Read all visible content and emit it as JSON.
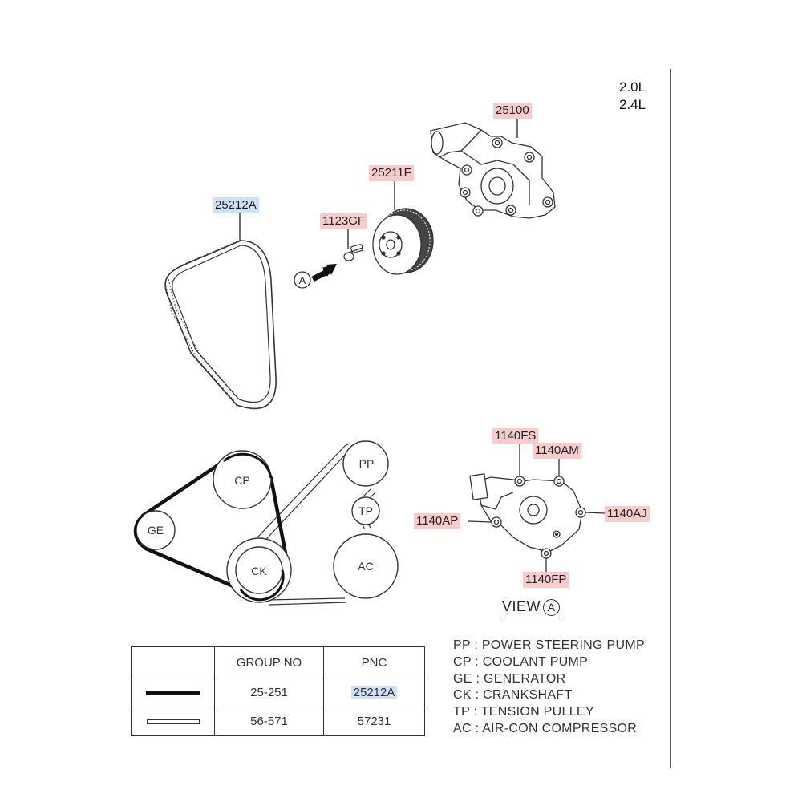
{
  "engine_labels": [
    "2.0L",
    "2.4L"
  ],
  "callouts": {
    "c25100": "25100",
    "c25211F": "25211F",
    "c25212A": "25212A",
    "c1123GF": "1123GF",
    "c1140FS": "1140FS",
    "c1140AM": "1140AM",
    "c1140AP": "1140AP",
    "c1140AJ": "1140AJ",
    "c1140FP": "1140FP"
  },
  "view_marker": "A",
  "view_label": "VIEW",
  "pulleys": {
    "pp": "PP",
    "cp": "CP",
    "ge": "GE",
    "ck": "CK",
    "tp": "TP",
    "ac": "AC"
  },
  "table": {
    "headers": [
      "",
      "GROUP NO",
      "PNC"
    ],
    "rows": [
      {
        "group_no": "25-251",
        "pnc": "25212A",
        "line": "thick"
      },
      {
        "group_no": "56-571",
        "pnc": "57231",
        "line": "double"
      }
    ]
  },
  "legend": [
    {
      "code": "PP",
      "name": "POWER STEERING PUMP"
    },
    {
      "code": "CP",
      "name": "COOLANT PUMP"
    },
    {
      "code": "GE",
      "name": "GENERATOR"
    },
    {
      "code": "CK",
      "name": "CRANKSHAFT"
    },
    {
      "code": "TP",
      "name": "TENSION PULLEY"
    },
    {
      "code": "AC",
      "name": "AIR-CON COMPRESSOR"
    }
  ],
  "colors": {
    "callout_red": "#f8cccc",
    "callout_blue": "#cfe1f6"
  }
}
